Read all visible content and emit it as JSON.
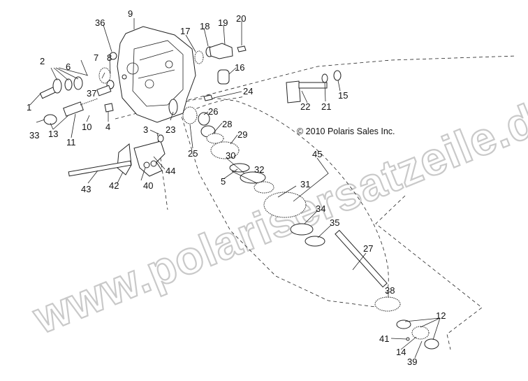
{
  "copyright": "© 2010 Polaris Sales Inc.",
  "watermark": "www.polarisersatzeile.de",
  "callouts": [
    "1",
    "2",
    "3",
    "4",
    "5",
    "6",
    "7",
    "8",
    "9",
    "10",
    "11",
    "12",
    "13",
    "14",
    "15",
    "16",
    "17",
    "18",
    "19",
    "20",
    "21",
    "22",
    "23",
    "24",
    "25",
    "26",
    "27",
    "28",
    "29",
    "30",
    "31",
    "32",
    "33",
    "34",
    "35",
    "36",
    "37",
    "38",
    "39",
    "40",
    "41",
    "42",
    "43",
    "44",
    "45"
  ]
}
